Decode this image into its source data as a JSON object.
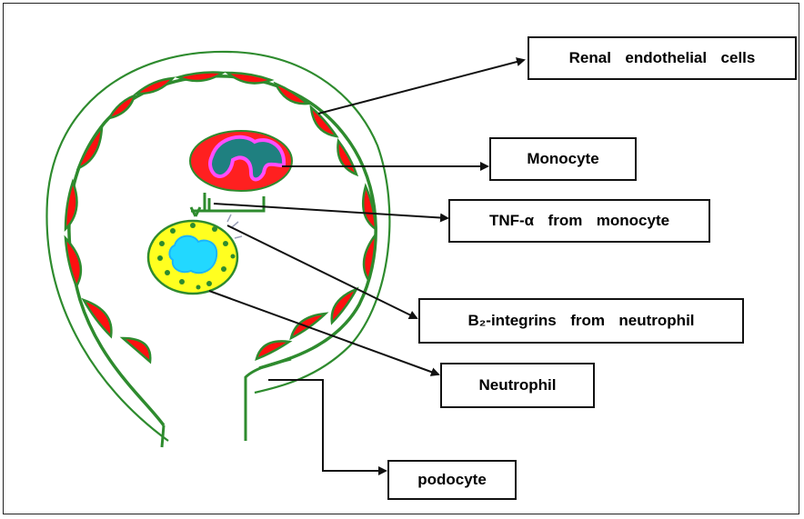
{
  "labels": {
    "renal_endothelial": "Renal  endothelial  cells",
    "monocyte": "Monocyte",
    "tnf": "TNF-α  from  monocyte",
    "integrins": "B₂-integrins  from  neutrophil",
    "neutrophil": "Neutrophil",
    "podocyte": "podocyte"
  },
  "colors": {
    "outline_green": "#2e8b2e",
    "endothelial_red": "#ff1010",
    "monocyte_red": "#ff2020",
    "monocyte_nucleus": "#1f8080",
    "monocyte_rim": "#ff4dff",
    "neutrophil_yellow": "#ffff20",
    "neutrophil_nucleus": "#22d8ff",
    "arrow": "#111111"
  }
}
